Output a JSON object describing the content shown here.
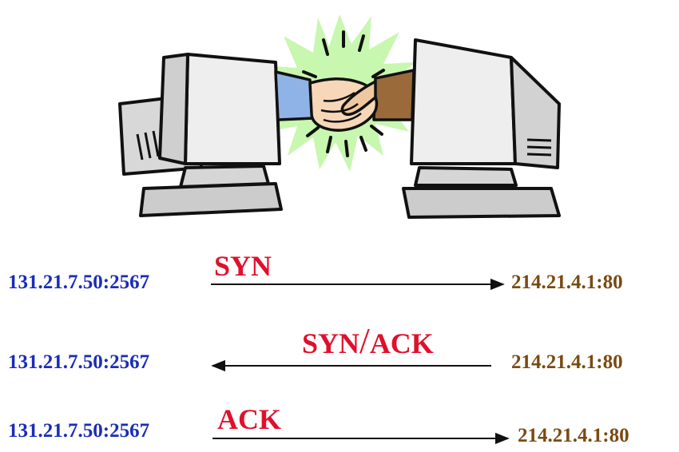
{
  "illustration": {
    "left_computer": "crt-monitor-icon",
    "right_computer": "crt-monitor-icon",
    "center": "handshake-icon",
    "burst_color": "#c8f7b0",
    "left_sleeve_color": "#8fb3e6",
    "right_sleeve_color": "#9a6a3a",
    "monitor_color": "#e6e6e6"
  },
  "colors": {
    "client": "#1a2db8",
    "server": "#7a4a12",
    "flag": "#e0102c"
  },
  "steps": [
    {
      "client": "131.21.7.50:2567",
      "flag": "SYN",
      "server": "214.21.4.1:80",
      "direction": "client-to-server"
    },
    {
      "client": "131.21.7.50:2567",
      "flag_parts": [
        "SYN",
        "/",
        "ACK"
      ],
      "server": "214.21.4.1:80",
      "direction": "server-to-client"
    },
    {
      "client": "131.21.7.50:2567",
      "flag": "ACK",
      "server": "214.21.4.1:80",
      "direction": "client-to-server"
    }
  ]
}
